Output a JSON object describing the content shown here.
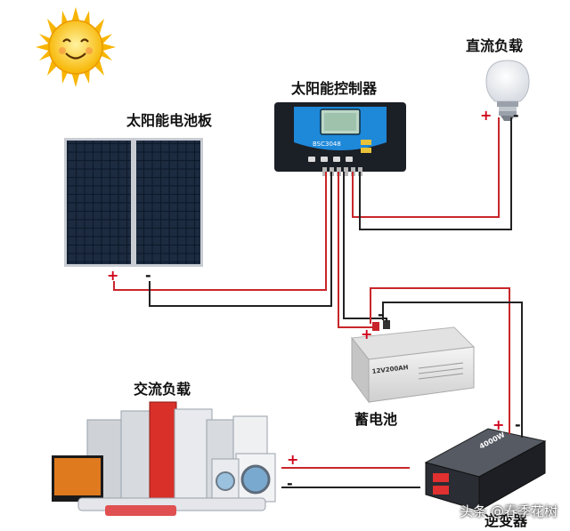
{
  "labels": {
    "solar_panel": "太阳能电池板",
    "controller": "太阳能控制器",
    "dc_load": "直流负载",
    "ac_load": "交流负载",
    "battery": "蓄电池",
    "inverter": "逆变器"
  },
  "device_text": {
    "controller_model": "BSC3048",
    "battery_model": "12V200AH",
    "inverter_brand": "4000W"
  },
  "signs": {
    "plus": "+",
    "minus": "-"
  },
  "watermark": "头条 @春季花树",
  "colors": {
    "positive_wire": "#c8262a",
    "negative_wire": "#222222",
    "controller_accent": "#1e88d9",
    "sun": "#f7b500"
  }
}
